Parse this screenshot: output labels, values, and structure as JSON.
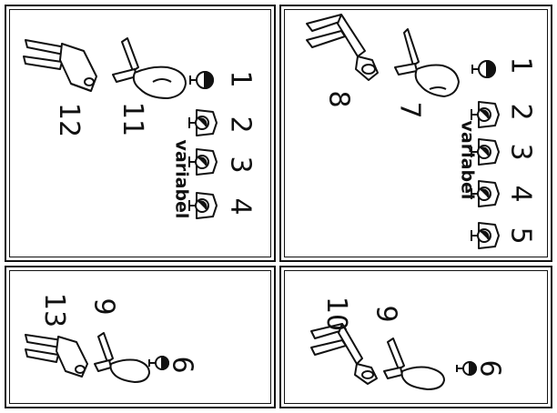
{
  "panels": {
    "top_right": {
      "numbers": [
        "1",
        "2",
        "3",
        "4",
        "5",
        "7",
        "8"
      ],
      "label": "variabel"
    },
    "top_left": {
      "numbers": [
        "1",
        "2",
        "3",
        "4",
        "11",
        "12"
      ],
      "label": "variabel"
    },
    "bottom_right": {
      "numbers": [
        "9",
        "10",
        "6"
      ]
    },
    "bottom_left": {
      "numbers": [
        "9",
        "13",
        "6"
      ]
    }
  },
  "icons": [
    "lamp-icon",
    "chair-icon",
    "couch-icon",
    "table-icon"
  ]
}
